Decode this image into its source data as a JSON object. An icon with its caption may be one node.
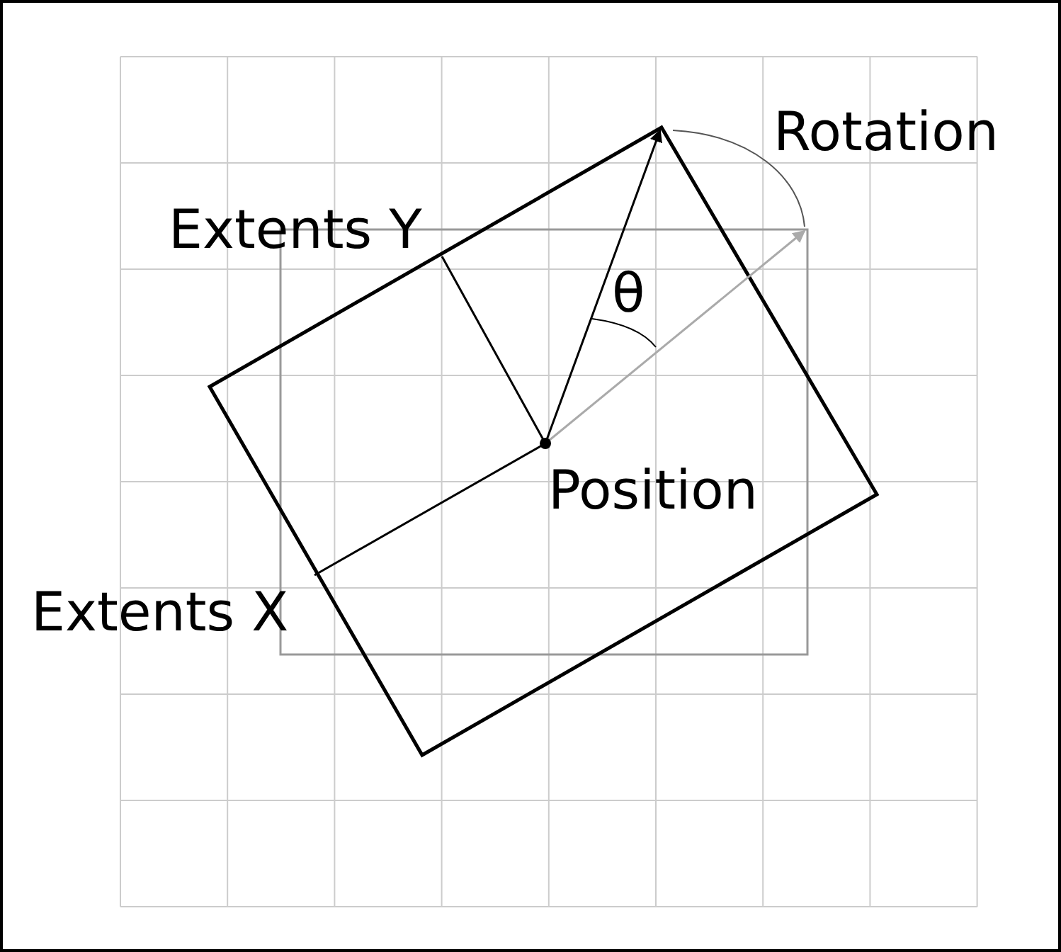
{
  "diagram": {
    "labels": [
      "Rotation",
      "Extents Y",
      "θ",
      "Position",
      "Extents X"
    ]
  }
}
